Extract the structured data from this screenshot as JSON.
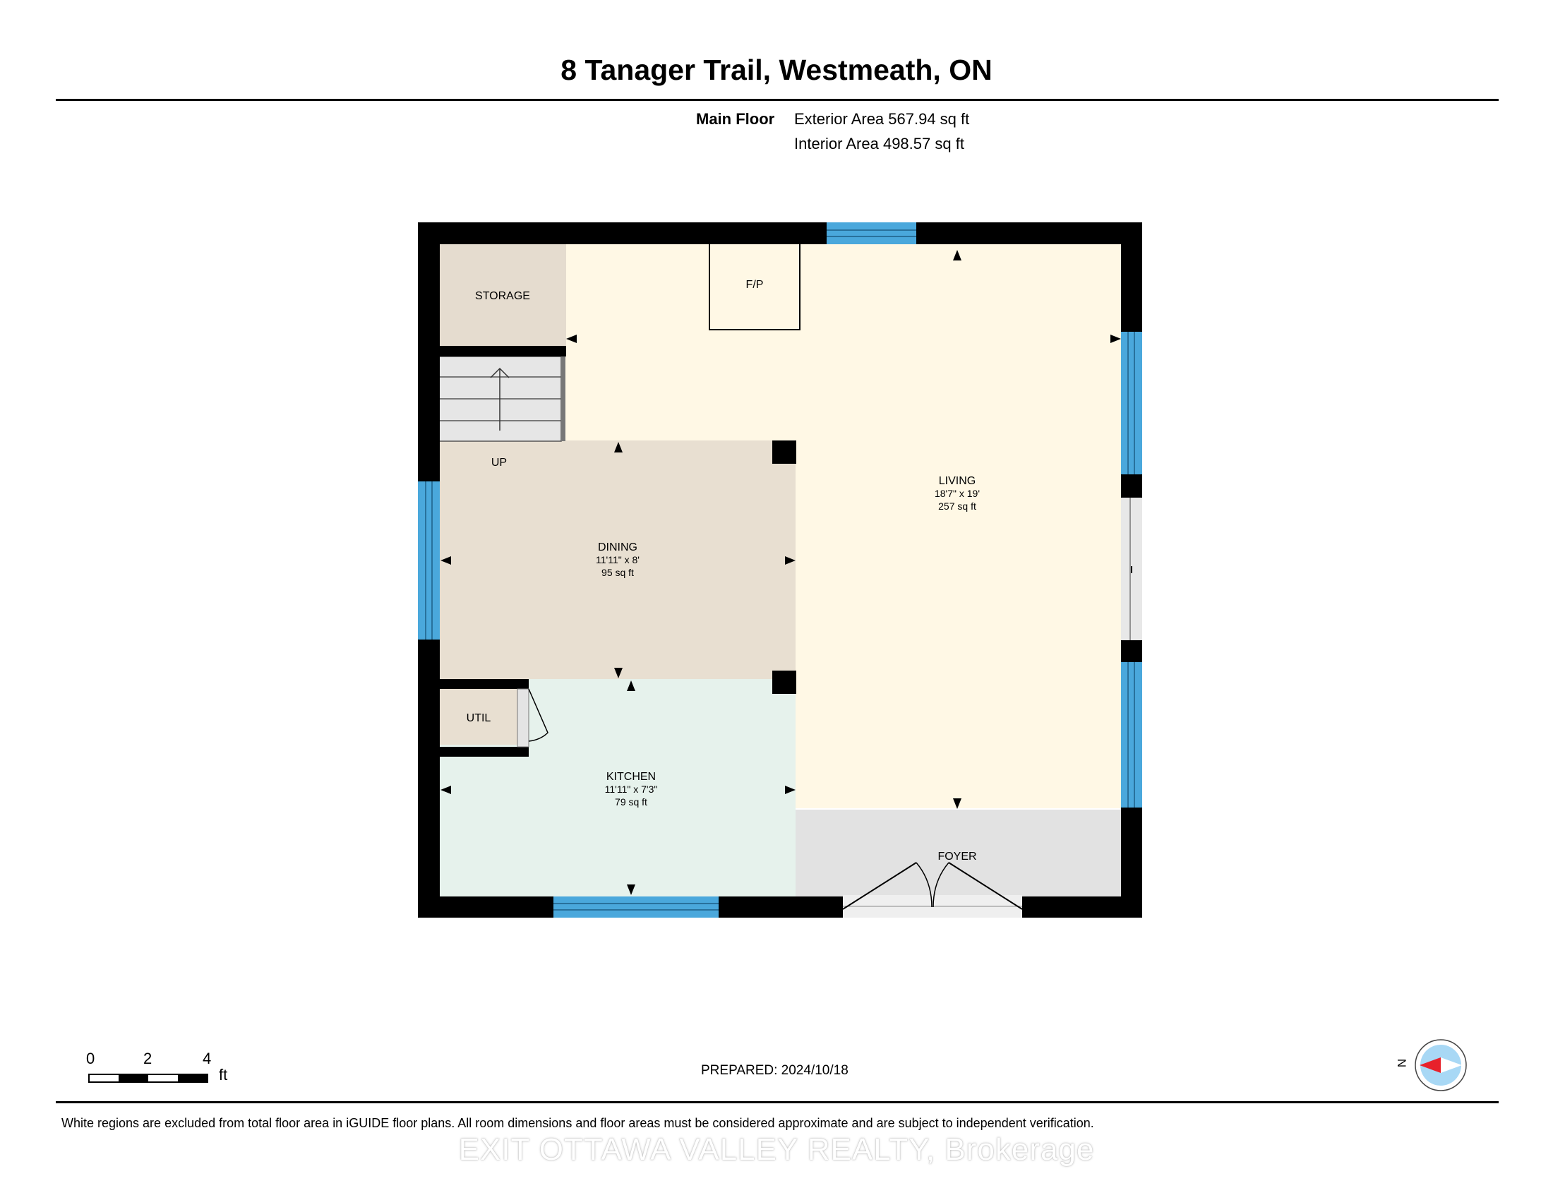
{
  "header": {
    "title": "8 Tanager Trail, Westmeath, ON",
    "floor_name": "Main Floor",
    "exterior_area": "Exterior Area 567.94 sq ft",
    "interior_area": "Interior Area 498.57 sq ft"
  },
  "rooms": {
    "storage": {
      "name": "STORAGE"
    },
    "fireplace": {
      "name": "F/P"
    },
    "stairs": {
      "label": "UP"
    },
    "living": {
      "name": "LIVING",
      "dims": "18'7\" x 19'",
      "area": "257 sq ft"
    },
    "dining": {
      "name": "DINING",
      "dims": "11'11\" x 8'",
      "area": "95 sq ft"
    },
    "util": {
      "name": "UTIL"
    },
    "kitchen": {
      "name": "KITCHEN",
      "dims": "11'11\" x 7'3\"",
      "area": "79 sq ft"
    },
    "foyer": {
      "name": "FOYER"
    }
  },
  "colors": {
    "living": "#fff8e5",
    "dining": "#e8dfd1",
    "storage": "#e5dccf",
    "kitchen": "#e6f2ec",
    "foyer": "#e2e2e2",
    "wall": "#000000",
    "window": "#4aa8dc"
  },
  "scale": {
    "ticks": [
      "0",
      "2",
      "4"
    ],
    "unit": "ft"
  },
  "compass": {
    "label": "N",
    "icon": "north-arrow-icon"
  },
  "footer": {
    "prepared": "PREPARED: 2024/10/18",
    "disclaimer": "White regions are excluded from total floor area in iGUIDE floor plans. All room dimensions and floor areas must be considered approximate and are subject to independent verification.",
    "brokerage": "EXIT OTTAWA VALLEY REALTY, Brokerage"
  }
}
